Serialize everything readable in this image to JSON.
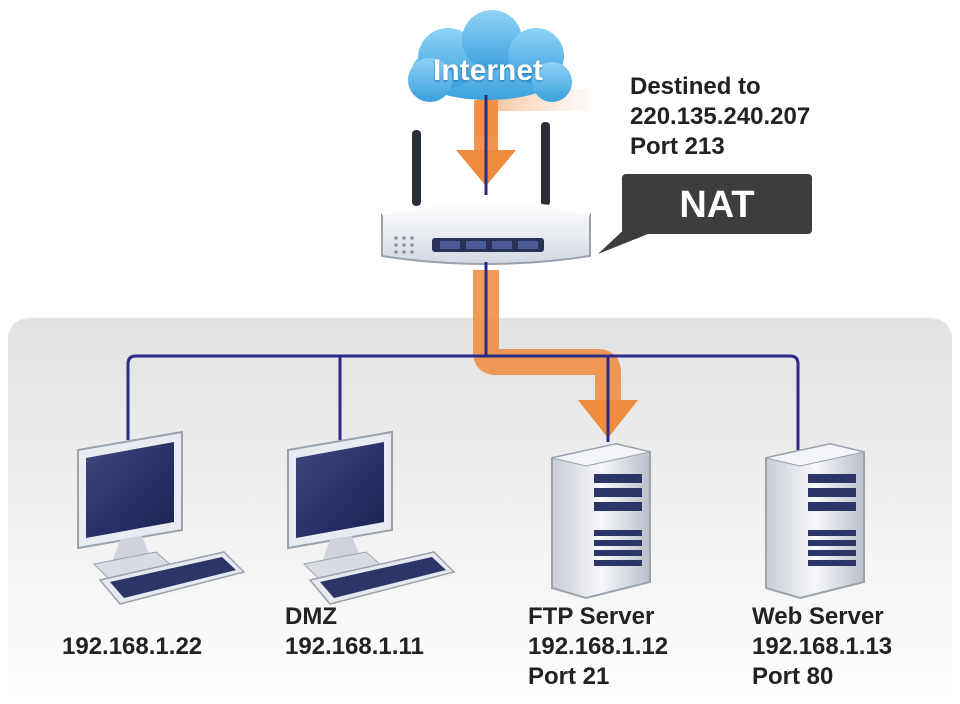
{
  "cloud": {
    "label": "Internet"
  },
  "nat_callout": {
    "label": "NAT"
  },
  "destination": {
    "line1": "Destined to",
    "line2": "220.135.240.207",
    "line3": "Port 213"
  },
  "hosts": [
    {
      "ip": "192.168.1.22"
    },
    {
      "name": "DMZ",
      "ip": "192.168.1.11"
    },
    {
      "name": "FTP Server",
      "ip": "192.168.1.12",
      "port": "Port 21"
    },
    {
      "name": "Web Server",
      "ip": "192.168.1.13",
      "port": "Port 80"
    }
  ],
  "colors": {
    "flow_arrow": "#f08a3c",
    "link_line": "#2b2a86",
    "cloud": "#5cb8ea",
    "callout": "#3d3d3d",
    "lan_background": "#ececec"
  }
}
